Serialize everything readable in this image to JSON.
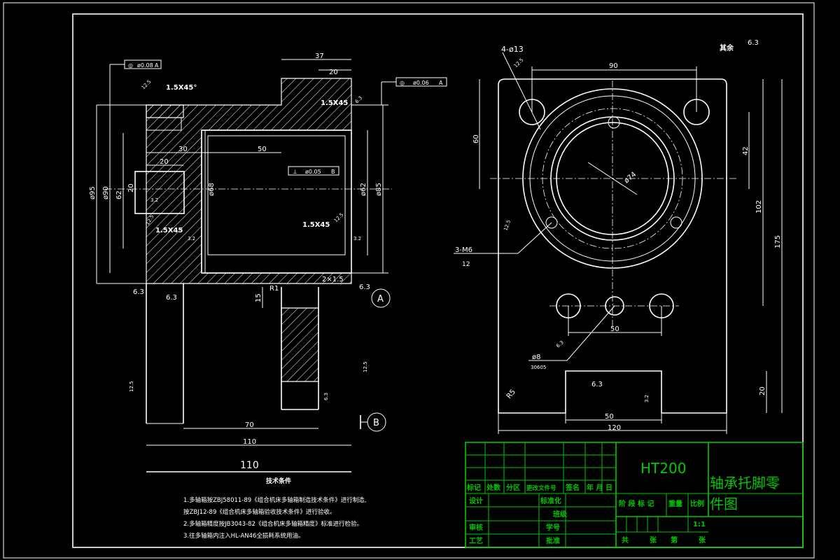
{
  "material": "HT200",
  "part_name_line1": "轴承托脚零",
  "part_name_line2": "件图",
  "roughness_rest": {
    "prefix": "其余",
    "value": "6.3"
  },
  "tech_requirements": {
    "title": "技术条件",
    "items": [
      "1.多轴箱按ZBJ58011-89《组合机床多轴箱制造技术条件》进行制造,",
      "  按ZBJ12-89《组合机床多轴箱验收技术条件》进行验收。",
      "2.多轴箱精度按JB3043-82《组合机床多轴箱精度》标准进行检验。",
      "3.往多轴箱内注入HL-AN46全损耗系统用油。"
    ]
  },
  "title_block": {
    "row_revision": [
      "标记",
      "处数",
      "分区",
      "更改文件号",
      "签名",
      "年 月 日"
    ],
    "design": "设计",
    "standardize": "标准化",
    "stage_label": "阶 段 标 记",
    "weight_label": "重量",
    "scale_label": "比例",
    "scale_value": "1:1",
    "class": "班级",
    "review": "审核",
    "student_no": "学号",
    "process": "工艺",
    "approve": "批准",
    "sheets": [
      "共",
      "张",
      "第",
      "张"
    ]
  },
  "section_view": {
    "dims": {
      "d37": "37",
      "d20_top": "20",
      "d30": "30",
      "d50": "50",
      "d20_left": "20",
      "d70": "70",
      "d110_small": "110",
      "d110_big": "110",
      "d15": "15",
      "d2x15": "2×1.5",
      "d95": "ø95",
      "d90": "ø90",
      "d62": "62",
      "d20s": "20",
      "d68": "ø68",
      "d62r": "ø62",
      "d85": "ø85",
      "r1": "R1"
    },
    "chamfers": [
      "1.5X45°",
      "1.5X45",
      "1.5X45",
      "1.5X45"
    ],
    "tolerances": [
      {
        "symbol": "◎",
        "value": "ø0.08",
        "datum": "A"
      },
      {
        "symbol": "◎",
        "value": "ø0.06",
        "datum": "A"
      },
      {
        "symbol": "⊥",
        "value": "ø0.05",
        "datum": "B"
      }
    ],
    "datum_labels": [
      "A",
      "B"
    ],
    "roughness": [
      "12.5",
      "6.3",
      "6.3",
      "3.2",
      "12.5",
      "3.2",
      "12.5",
      "3.2",
      "6.3",
      "6.3",
      "12.5",
      "12.5",
      "6.3"
    ]
  },
  "plan_view": {
    "dims": {
      "holes": "4-ø13",
      "w90": "90",
      "h60": "60",
      "h42": "42",
      "d74": "ø74",
      "h102": "102",
      "h175": "175",
      "w50": "50",
      "w50b": "50",
      "w120": "120",
      "h20": "20",
      "r5": "R5",
      "m6": "3-M6",
      "m6depth": "12",
      "pin": "ø8",
      "pin_note": "30605"
    },
    "roughness": [
      "12.5",
      "12.5",
      "6.3",
      "6.3",
      "3.2"
    ]
  }
}
